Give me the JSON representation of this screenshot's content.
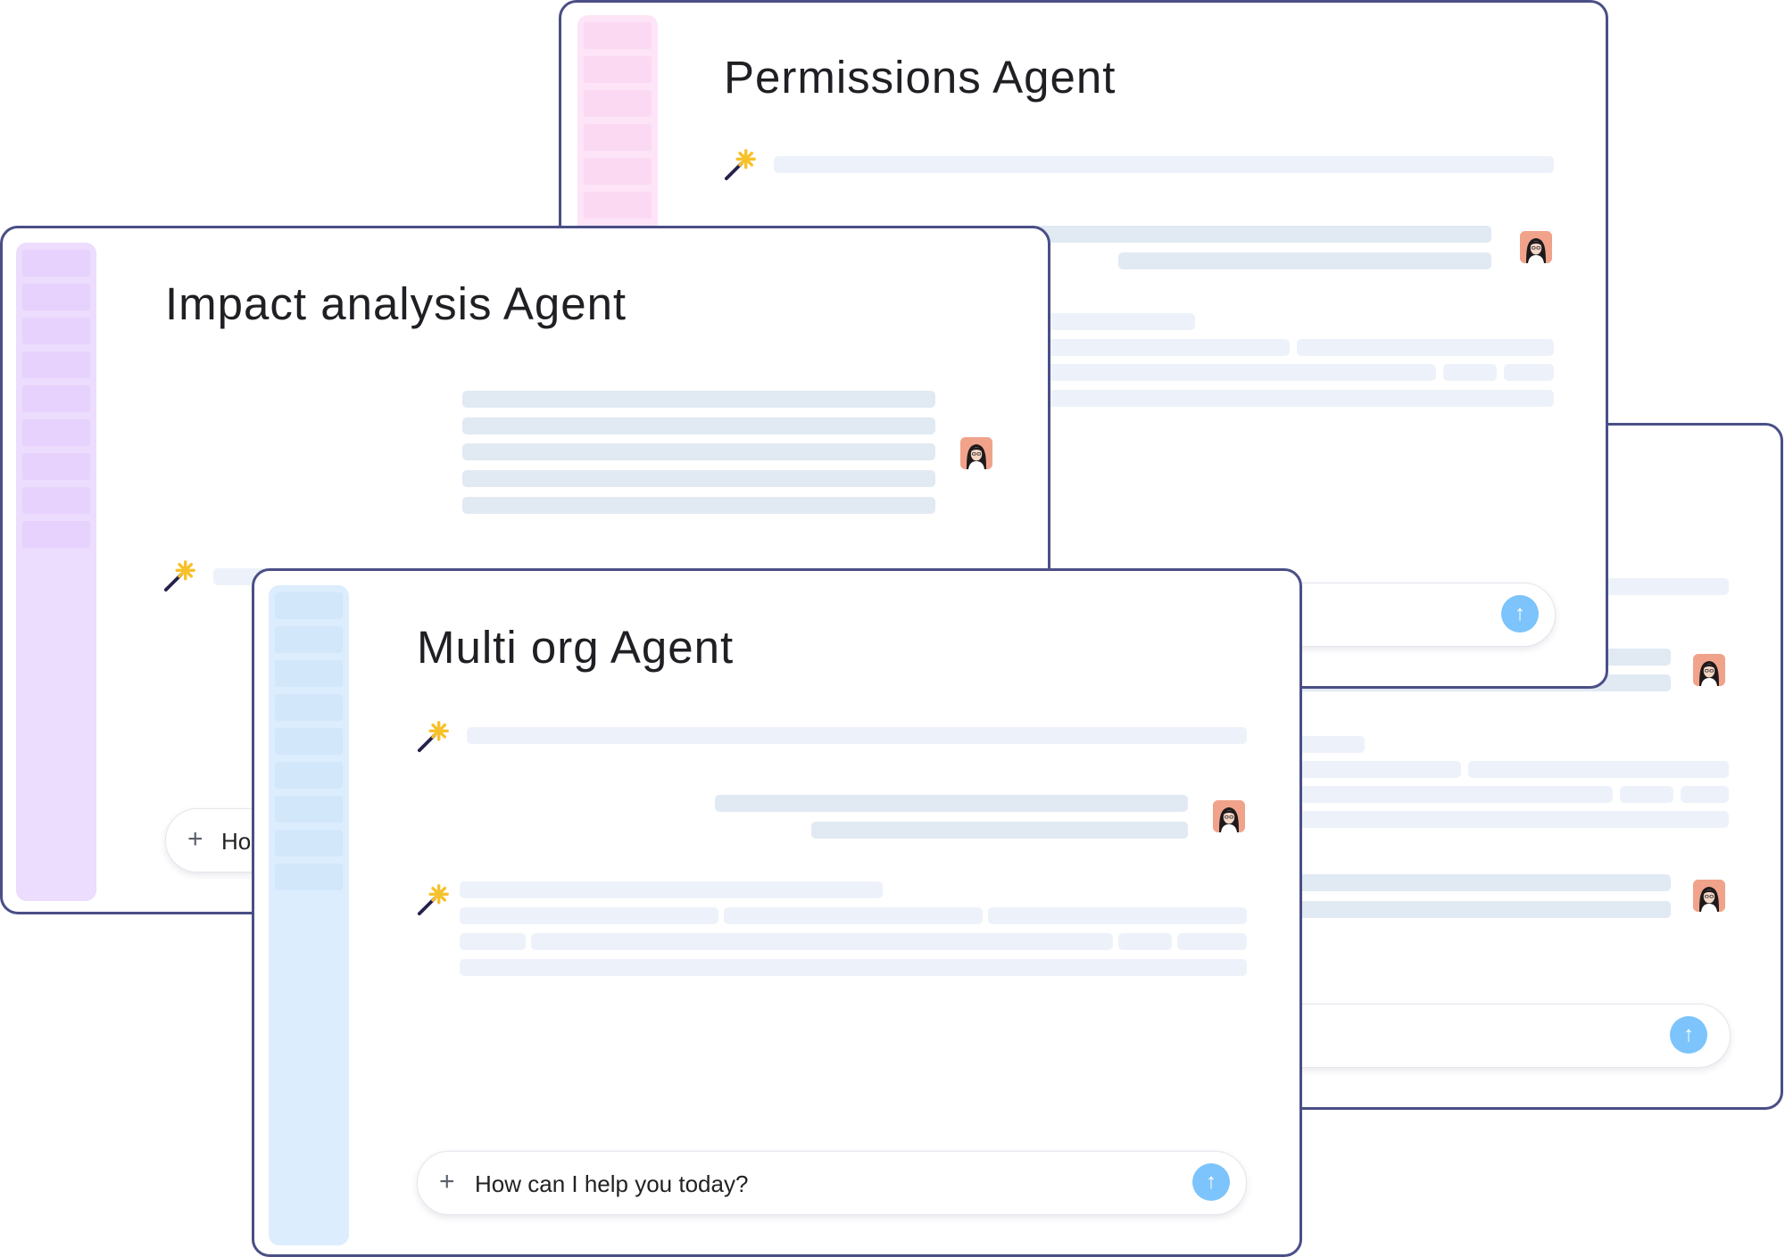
{
  "windows": {
    "permissions": {
      "title": "Permissions Agent"
    },
    "impact": {
      "title": "Impact analysis Agent",
      "input_placeholder": "Ho"
    },
    "multi_org": {
      "title": "Multi org Agent",
      "input_placeholder": "How can I help you today?"
    }
  },
  "icons": {
    "plus": "+",
    "send": "↑"
  },
  "colors": {
    "window_border": "#4a4f86",
    "sidebar_pink": "#fde4f7",
    "sidebar_purple": "#ecdcfd",
    "sidebar_blue": "#dcedfd",
    "send_button": "#7cc4fb",
    "placeholder_bar": "#edf2fa"
  }
}
